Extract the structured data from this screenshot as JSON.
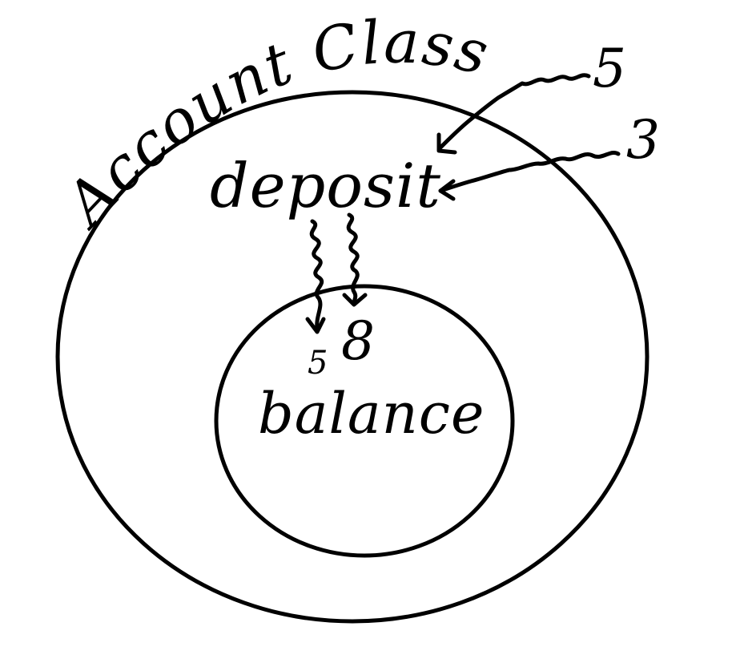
{
  "diagram": {
    "class_label": "Account Class",
    "method_label": "deposit",
    "field_label": "balance",
    "inputs": [
      {
        "value": "5"
      },
      {
        "value": "3"
      }
    ],
    "stored_values": [
      {
        "value": "5"
      },
      {
        "value": "8"
      }
    ]
  }
}
